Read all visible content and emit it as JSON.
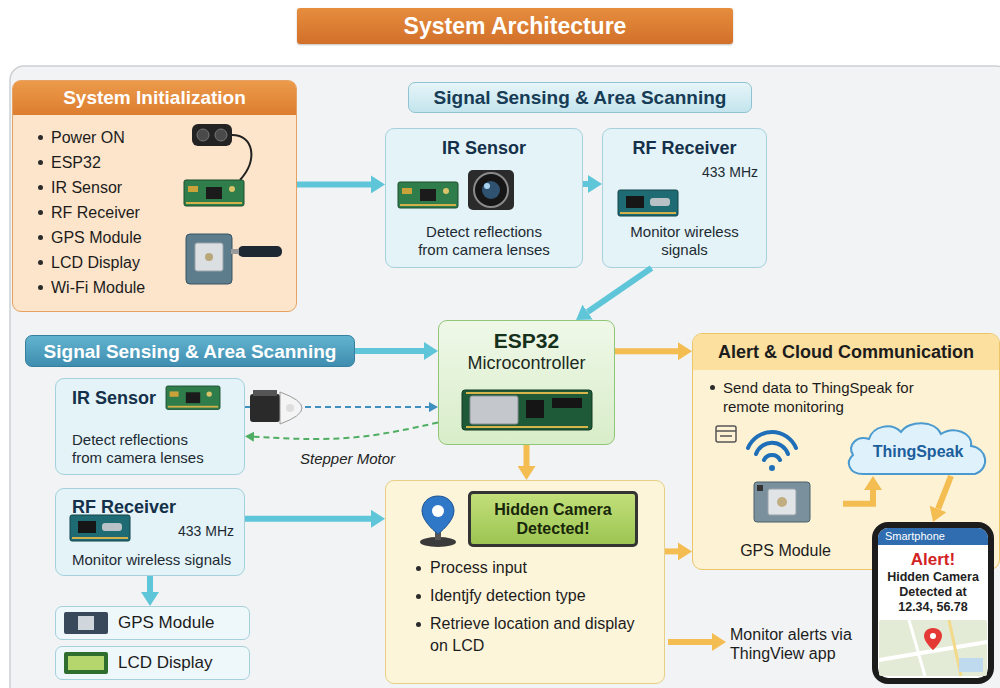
{
  "diagram": {
    "title": "System Architecture",
    "nodes": [
      {
        "text": [
          "System Initialization",
          "Power ON",
          "ESP32",
          "IR Sensor",
          "RF Receiver",
          "GPS Module",
          "LCD Display",
          "Wi-Fi Module"
        ]
      },
      {
        "text": [
          "Signal Sensing & Area Scanning"
        ]
      },
      {
        "text": [
          "IR Sensor",
          "Detect reflections from camera lenses"
        ]
      },
      {
        "text": [
          "RF Receiver",
          "433 MHz",
          "Monitor wireless signals"
        ]
      },
      {
        "text": [
          "Signal Sensing & Area Scanning"
        ]
      },
      {
        "text": [
          "ESP32",
          "Microcontroller"
        ]
      },
      {
        "text": [
          "Alert & Cloud Communication",
          "Send data to ThingSpeak for remote monitoring"
        ]
      },
      {
        "text": [
          "GPS Module"
        ],
        "in": 6
      },
      {
        "text": [
          "ThingSpeak"
        ],
        "in": 6
      },
      {
        "text": [
          "IR Sensor",
          "Detect reflections from camera lenses"
        ]
      },
      {
        "text": [
          "RF Receiver",
          "433 MHz",
          "Monitor wireless signals"
        ]
      },
      {
        "text": [
          "GPS Module"
        ]
      },
      {
        "text": [
          "LCD Display"
        ]
      },
      {
        "text": [
          "Process input",
          "Identjfy detection type",
          "Retrieve location and display on LCD"
        ]
      },
      {
        "text": [
          "Hidden Camera Detected!"
        ],
        "in": 13
      },
      {
        "text": [
          "Smartphone",
          "Alert!",
          "Hidden Camera Detected at 12.34, 56.78"
        ]
      }
    ],
    "edges": [
      {
        "from": 0,
        "to": 2,
        "arrow": "to"
      },
      {
        "from": 2,
        "to": 3,
        "arrow": "to"
      },
      {
        "from": 3,
        "to": 5,
        "arrow": "to"
      },
      {
        "from": 4,
        "to": 5,
        "arrow": "to"
      },
      {
        "from": 9,
        "to": 5,
        "arrow": "to"
      },
      {
        "from": 5,
        "to": 9,
        "arrow": "to"
      },
      {
        "from": 5,
        "to": 6,
        "arrow": "to"
      },
      {
        "from": 5,
        "to": 13,
        "arrow": "to"
      },
      {
        "from": 10,
        "to": 13,
        "arrow": "to"
      },
      {
        "from": 10,
        "to": 11,
        "arrow": "to"
      },
      {
        "from": 13,
        "to": 6,
        "arrow": "to"
      },
      {
        "from": 7,
        "to": 8,
        "arrow": "to"
      },
      {
        "from": 8,
        "to": 15,
        "arrow": "to"
      }
    ],
    "labels": [
      "Stepper Motor",
      "Monitor alerts via ThingView app"
    ]
  }
}
